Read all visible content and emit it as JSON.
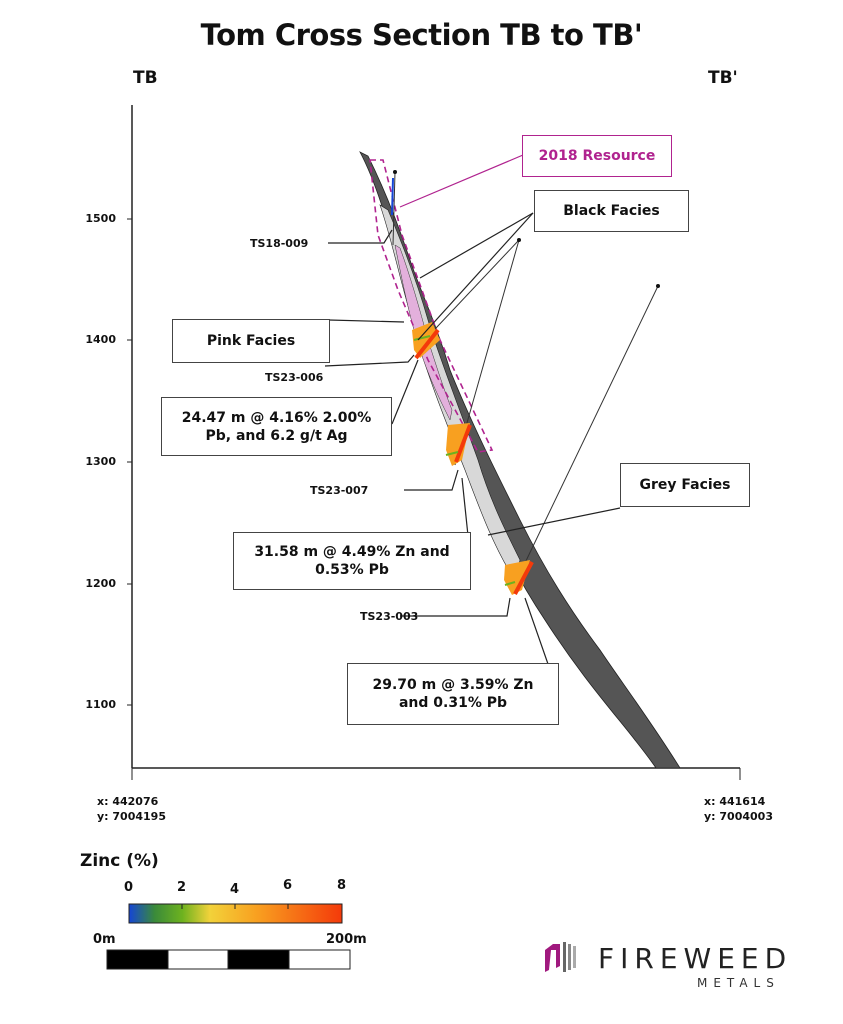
{
  "title": "Tom Cross Section TB to TB'",
  "section_ends": {
    "left": "TB",
    "right": "TB'"
  },
  "y_axis_ticks": [
    "1500",
    "1400",
    "1300",
    "1200",
    "1100"
  ],
  "coords": {
    "left": {
      "x": "x: 442076",
      "y": "y: 7004195"
    },
    "right": {
      "x": "x: 441614",
      "y": "y: 7004003"
    }
  },
  "labels": {
    "resource": "2018 Resource",
    "black_facies": "Black Facies",
    "pink_facies": "Pink Facies",
    "grey_facies": "Grey Facies"
  },
  "intercepts": [
    {
      "line1": "24.47 m @ 4.16% 2.00%",
      "line2": "Pb, and 6.2 g/t Ag"
    },
    {
      "line1": "31.58 m @ 4.49% Zn and",
      "line2": "0.53% Pb"
    },
    {
      "line1": "29.70 m @ 3.59% Zn",
      "line2": "and 0.31% Pb"
    }
  ],
  "drillholes": [
    "TS18-009",
    "TS23-006",
    "TS23-007",
    "TS23-003"
  ],
  "legend": {
    "title": "Zinc (%)",
    "ticks": [
      "0",
      "2",
      "4",
      "6",
      "8"
    ],
    "scale_start": "0m",
    "scale_end": "200m"
  },
  "logo": {
    "name": "FIREWEED",
    "sub": "METALS"
  },
  "colors": {
    "resource": "#b0238f",
    "grey_band": "#555555",
    "light_band": "#d8d8d8",
    "pink": "#e3b0dc",
    "logo_accent": "#a0197e"
  }
}
